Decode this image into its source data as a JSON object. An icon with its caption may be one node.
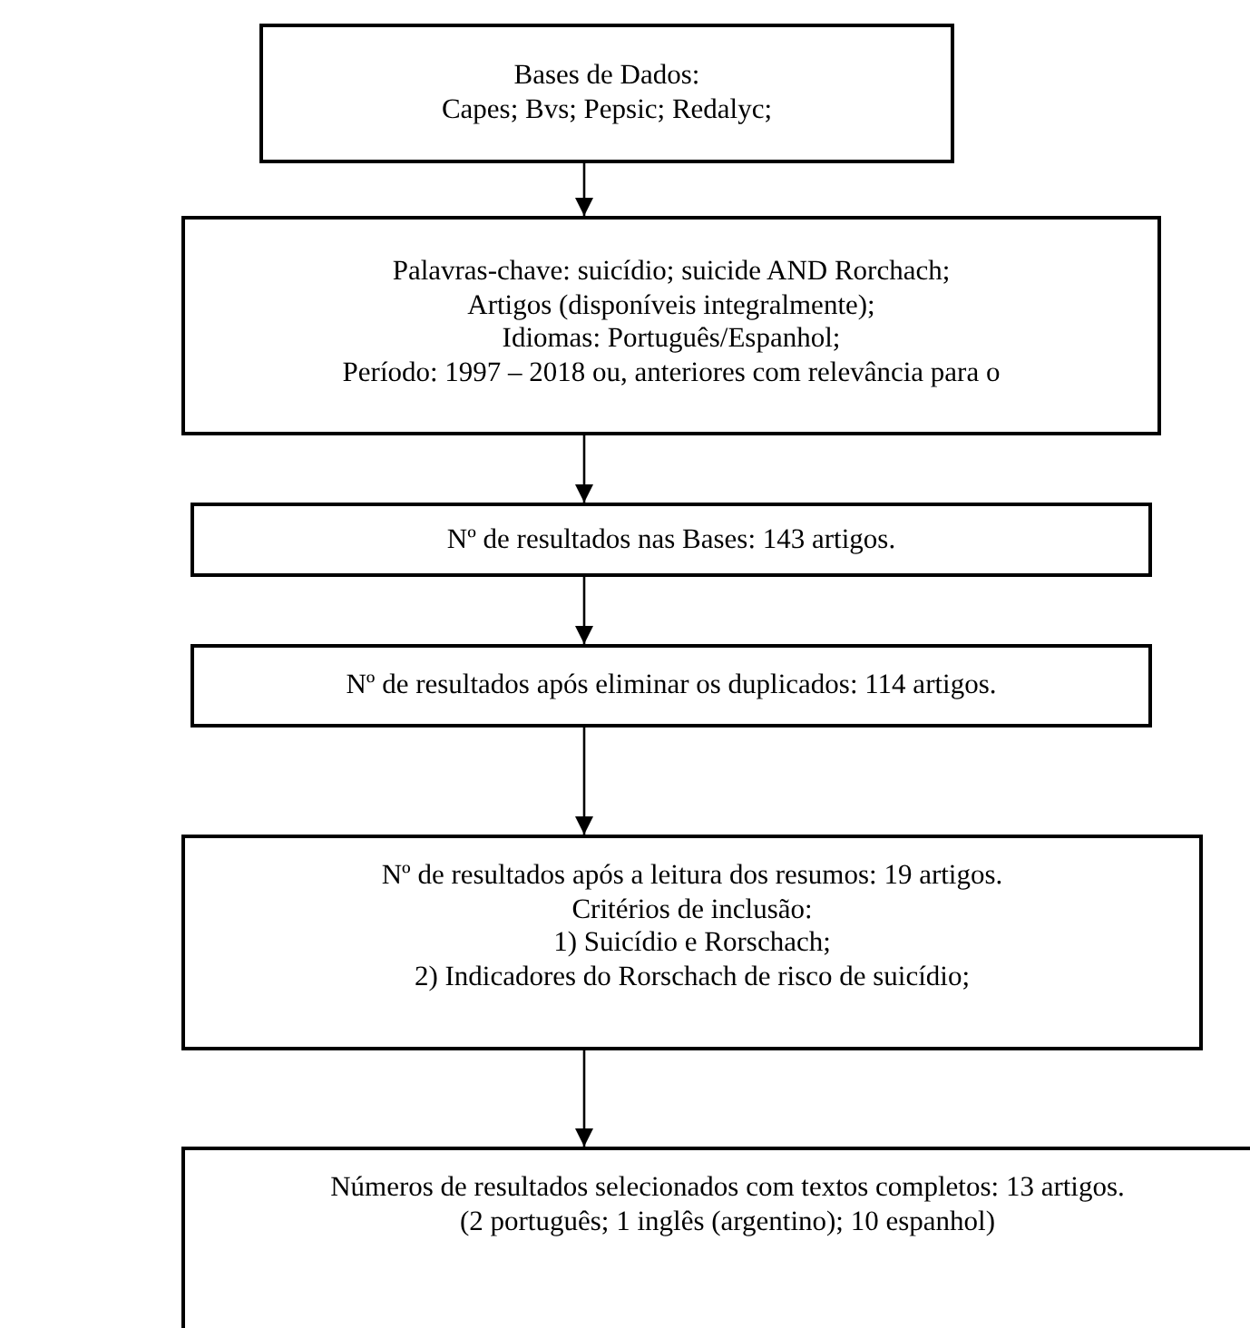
{
  "diagram": {
    "nodes": [
      {
        "text": [
          "Bases de Dados:",
          "Capes; Bvs; Pepsic; Redalyc;"
        ]
      },
      {
        "text": [
          "Palavras-chave: suicídio; suicide AND Rorchach;",
          "Artigos (disponíveis integralmente);",
          "Idiomas: Português/Espanhol;",
          "Período: 1997 – 2018 ou, anteriores com relevância para o"
        ]
      },
      {
        "text": [
          "Nº de resultados nas Bases: 143 artigos."
        ]
      },
      {
        "text": [
          "Nº de resultados após eliminar os duplicados: 114 artigos."
        ]
      },
      {
        "text": [
          "Nº de resultados após a leitura dos resumos: 19 artigos.",
          "Critérios de inclusão:",
          "1) Suicídio e Rorschach;",
          "2) Indicadores do Rorschach de risco de suicídio;"
        ]
      },
      {
        "text": [
          "Números de resultados selecionados com textos completos: 13 artigos.",
          "(2 português; 1 inglês (argentino); 10 espanhol)"
        ]
      }
    ],
    "edges": [
      {
        "from": 0,
        "to": 1,
        "arrow": "to"
      },
      {
        "from": 1,
        "to": 2,
        "arrow": "to"
      },
      {
        "from": 2,
        "to": 3,
        "arrow": "to"
      },
      {
        "from": 3,
        "to": 4,
        "arrow": "to"
      },
      {
        "from": 4,
        "to": 5,
        "arrow": "to"
      }
    ]
  }
}
